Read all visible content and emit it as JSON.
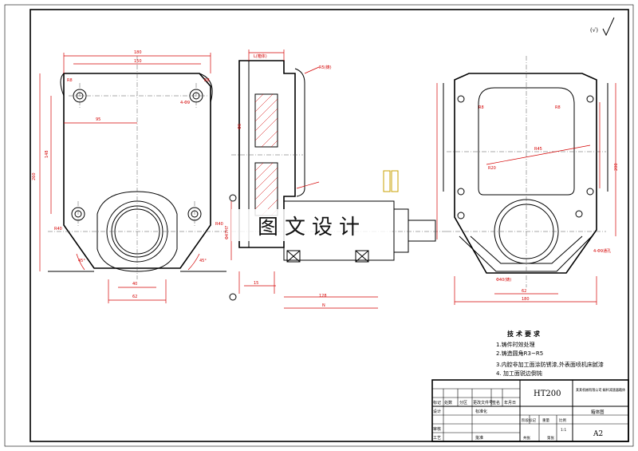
{
  "watermark": {
    "text": "图文设计"
  },
  "tech_requirements": {
    "title": "技术要求",
    "items": [
      "1.铸件时效处理",
      "2.铸造圆角R3~R5",
      "3.内腔非加工面涂防锈漆,外表面喷机床腻漆",
      "4. 加工面锐边倒钝"
    ]
  },
  "title_block": {
    "material": "HT200",
    "part_name": "某某机械有限公司 蜗杆减速器箱体",
    "drawing_name": "箱体图",
    "sheet_size": "A2",
    "scale": "1:1",
    "headers": [
      "标记",
      "处数",
      "分区",
      "更改文件号",
      "签名",
      "年月日"
    ],
    "roles": [
      "设计",
      "审核",
      "工艺"
    ],
    "standardization": "标准化",
    "approval": "批准",
    "stage_headers": [
      "阶段标记",
      "重量",
      "比例"
    ],
    "sheet_info": [
      "共张",
      "第张"
    ]
  },
  "roughness": {
    "symbol": "√",
    "note": "(√)"
  },
  "colors": {
    "dimension": "#d40000",
    "line": "#000000",
    "highlight": "#c8a000"
  }
}
